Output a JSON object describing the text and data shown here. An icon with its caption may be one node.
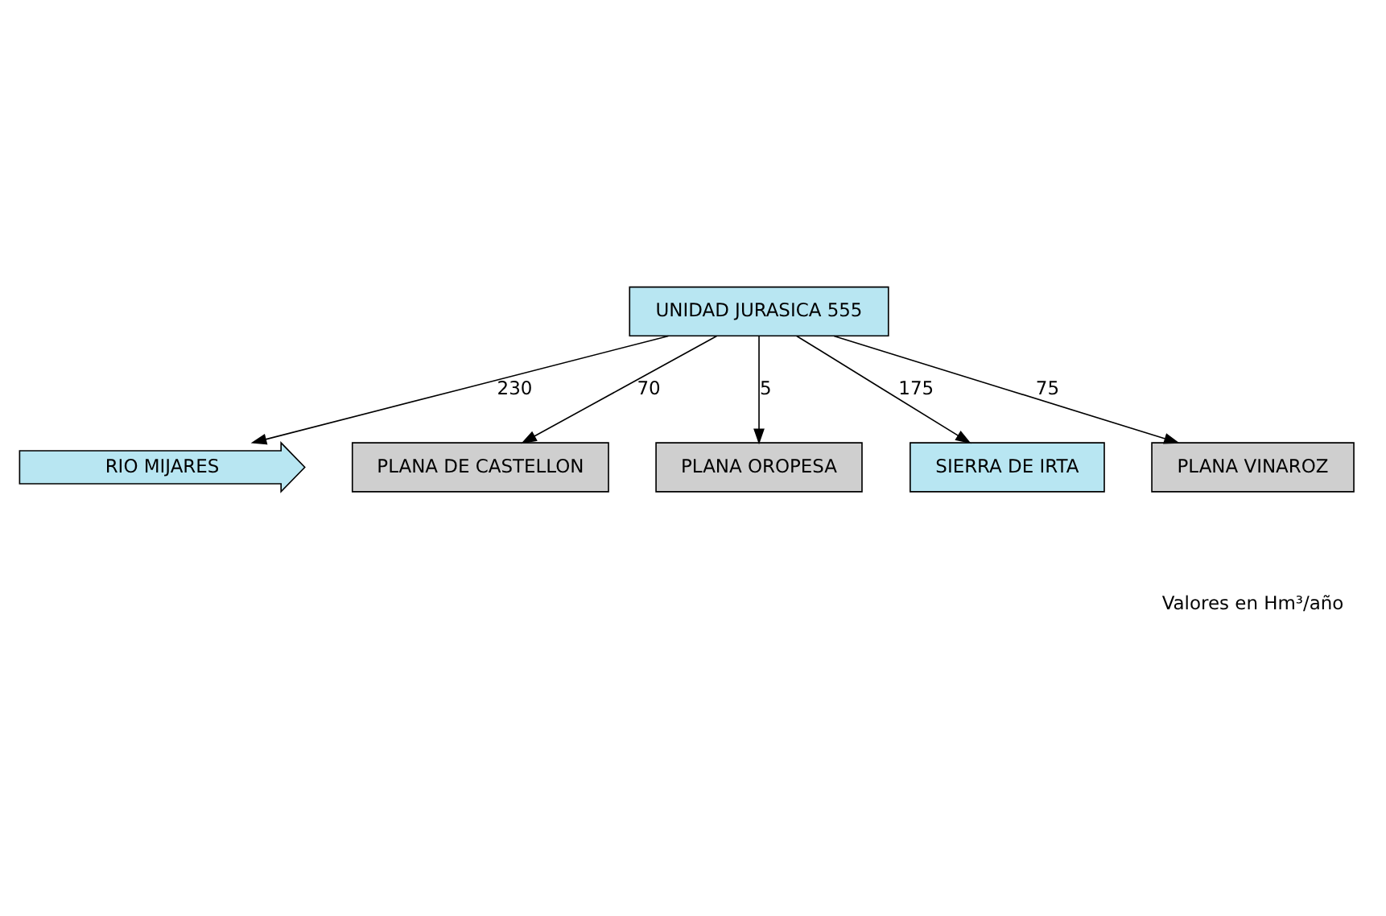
{
  "diagram": {
    "nodes": [
      {
        "text": [
          "UNIDAD JURASICA 555"
        ]
      },
      {
        "text": [
          "RIO MIJARES"
        ]
      },
      {
        "text": [
          "PLANA DE CASTELLON"
        ]
      },
      {
        "text": [
          "PLANA OROPESA"
        ]
      },
      {
        "text": [
          "SIERRA DE IRTA"
        ]
      },
      {
        "text": [
          "PLANA VINAROZ"
        ]
      }
    ],
    "edges": [
      {
        "from": 0,
        "to": 1,
        "arrow": "to",
        "label": "230"
      },
      {
        "from": 0,
        "to": 2,
        "arrow": "to",
        "label": "70"
      },
      {
        "from": 0,
        "to": 3,
        "arrow": "to",
        "label": "5"
      },
      {
        "from": 0,
        "to": 4,
        "arrow": "to",
        "label": "175"
      },
      {
        "from": 0,
        "to": 5,
        "arrow": "to",
        "label": "75"
      }
    ],
    "labels": [
      "Valores en Hm³/año"
    ]
  }
}
